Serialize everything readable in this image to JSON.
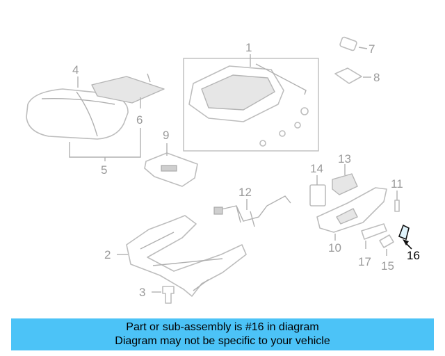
{
  "callouts": {
    "c1": "1",
    "c2": "2",
    "c3": "3",
    "c4": "4",
    "c5": "5",
    "c6": "6",
    "c7": "7",
    "c8": "8",
    "c9": "9",
    "c10": "10",
    "c11": "11",
    "c12": "12",
    "c13": "13",
    "c14": "14",
    "c15": "15",
    "c16": "16",
    "c17": "17"
  },
  "highlighted_part": "16",
  "colors": {
    "banner": "#4cc3f7",
    "highlight": "#000000",
    "line": "#b0b0b0"
  },
  "banner": {
    "line1": "Part or sub-assembly is #16 in diagram",
    "line2": "Diagram may not be specific to your vehicle"
  }
}
